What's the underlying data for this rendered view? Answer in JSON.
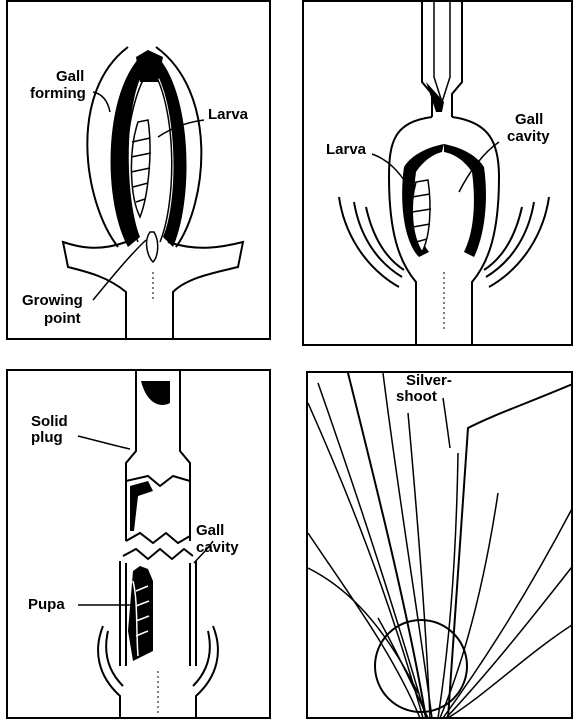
{
  "panels": [
    {
      "id": "gall-forming",
      "labels": {
        "gall_forming_1": "Gall",
        "gall_forming_2": "forming",
        "larva": "Larva",
        "growing_point_1": "Growing",
        "growing_point_2": "point"
      }
    },
    {
      "id": "gall-cavity",
      "labels": {
        "larva": "Larva",
        "gall_1": "Gall",
        "gall_2": "cavity"
      }
    },
    {
      "id": "pupa",
      "labels": {
        "solid_plug_1": "Solid",
        "solid_plug_2": "plug",
        "gall_1": "Gall",
        "gall_2": "cavity",
        "pupa": "Pupa"
      }
    },
    {
      "id": "silver-shoot",
      "labels": {
        "silver_shoot_1": "Silver-",
        "silver_shoot_2": "shoot"
      }
    }
  ]
}
